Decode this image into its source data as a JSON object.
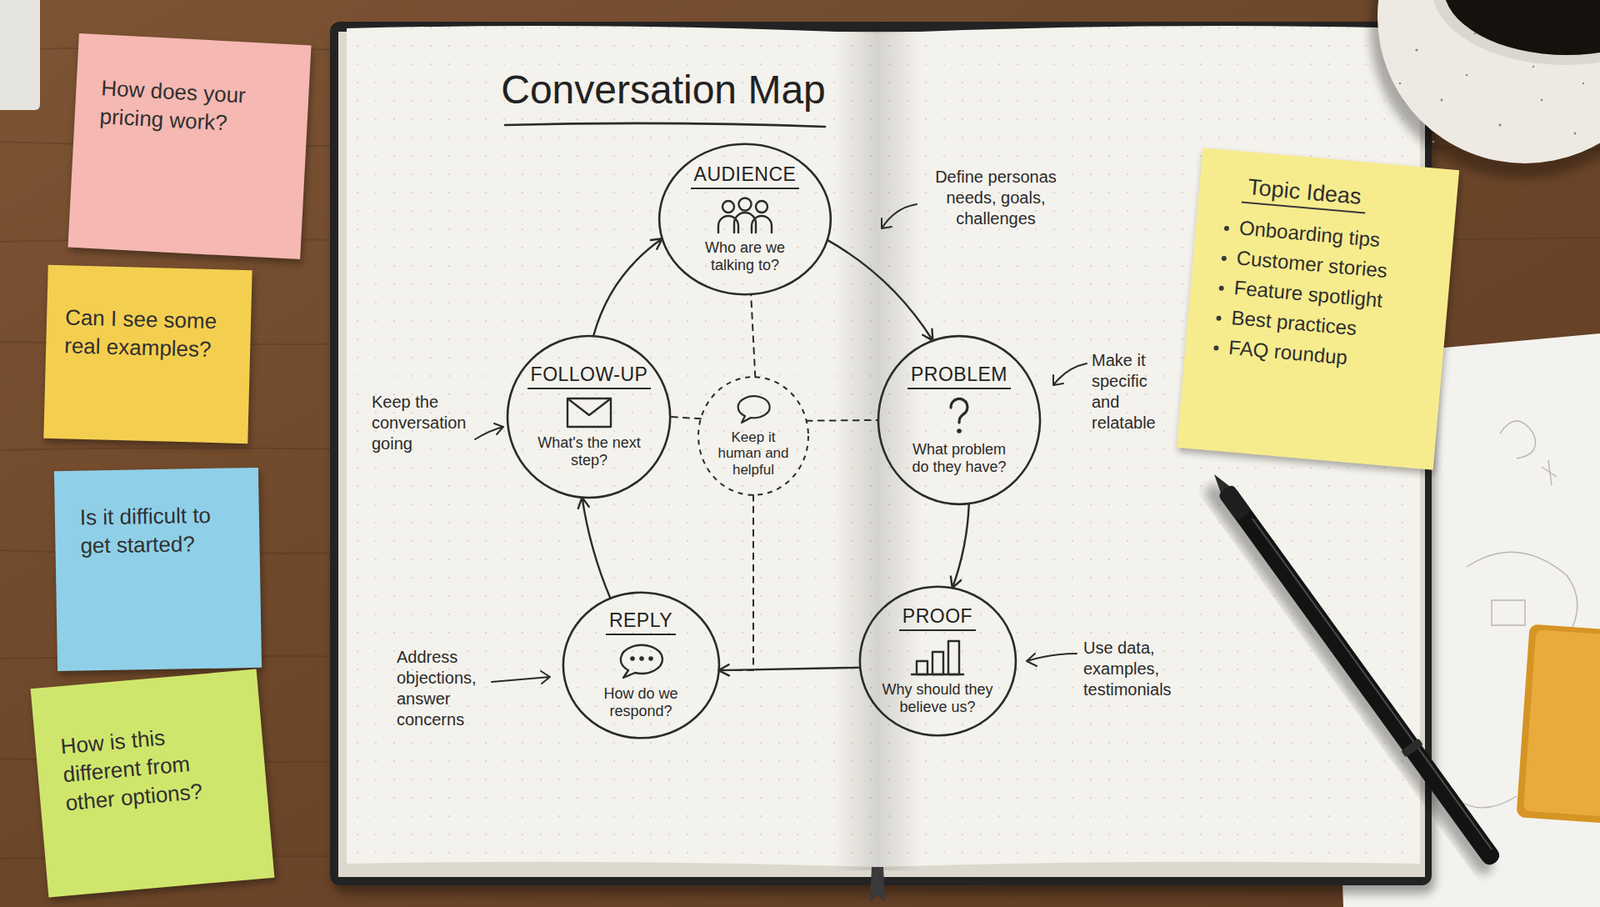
{
  "diagram": {
    "title": "Conversation Map",
    "nodes": [
      {
        "text": [
          "How does your pricing work?"
        ]
      },
      {
        "text": [
          "Can I see some real examples?"
        ]
      },
      {
        "text": [
          "Is it difficult to get started?"
        ]
      },
      {
        "text": [
          "How is this different from other options?"
        ]
      },
      {
        "text": [
          "AUDIENCE",
          "Who are we talking to?"
        ]
      },
      {
        "text": [
          "FOLLOW-UP",
          "What's the next step?"
        ]
      },
      {
        "text": [
          "Keep it human and helpful"
        ]
      },
      {
        "text": [
          "PROBLEM",
          "What problem do they have?"
        ]
      },
      {
        "text": [
          "REPLY",
          "How do we respond?"
        ]
      },
      {
        "text": [
          "PROOF",
          "Why should they believe us?"
        ]
      },
      {
        "text": [
          "Topic Ideas",
          "Onboarding tips",
          "Customer stories",
          "Feature spotlight",
          "Best practices",
          "FAQ roundup"
        ]
      }
    ],
    "edges": [
      {
        "from": 4,
        "to": 7,
        "arrow": "to"
      },
      {
        "from": 7,
        "to": 9,
        "arrow": "to"
      },
      {
        "from": 9,
        "to": 8,
        "arrow": "to"
      },
      {
        "from": 8,
        "to": 5,
        "arrow": "to"
      },
      {
        "from": 5,
        "to": 4,
        "arrow": "to"
      },
      {
        "from": 6,
        "to": 4,
        "arrow": "none"
      },
      {
        "from": 6,
        "to": 5,
        "arrow": "none"
      },
      {
        "from": 6,
        "to": 7,
        "arrow": "none"
      },
      {
        "from": 6,
        "to": 8,
        "arrow": "none"
      }
    ],
    "labels": [
      "Define personas needs, goals, challenges",
      "Make it specific and relatable",
      "Use data, examples, testimonials",
      "Address objections, answer concerns",
      "Keep the conversation going"
    ]
  }
}
